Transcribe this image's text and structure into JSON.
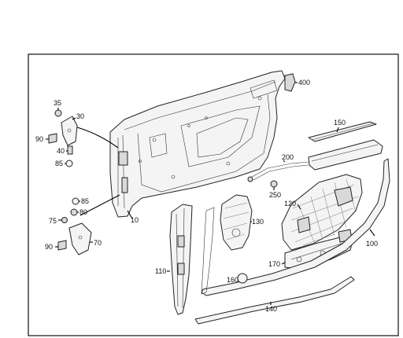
{
  "callouts": {
    "c10": "10",
    "c30": "30",
    "c35": "35",
    "c40": "40",
    "c70": "70",
    "c75": "75",
    "c80": "80",
    "c85a": "85",
    "c85b": "85",
    "c90a": "90",
    "c90b": "90",
    "c100": "100",
    "c110": "110",
    "c120": "120",
    "c130": "130",
    "c140": "140",
    "c150": "150",
    "c160": "160",
    "c170": "170",
    "c200": "200",
    "c250": "250",
    "c400": "400"
  }
}
